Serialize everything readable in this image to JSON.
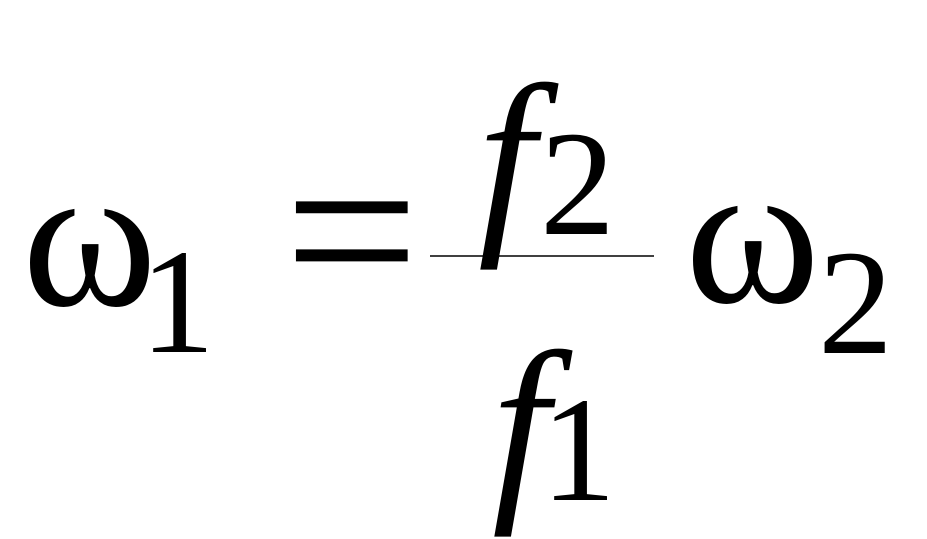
{
  "equation": {
    "lhs": {
      "symbol": "ω",
      "subscript": "1"
    },
    "operator": "=",
    "fraction": {
      "numerator": {
        "symbol": "f",
        "subscript": "2"
      },
      "denominator": {
        "symbol": "f",
        "subscript": "1"
      }
    },
    "rhs": {
      "symbol": "ω",
      "subscript": "2"
    }
  },
  "colors": {
    "ink": "#000000",
    "background": "#ffffff"
  }
}
